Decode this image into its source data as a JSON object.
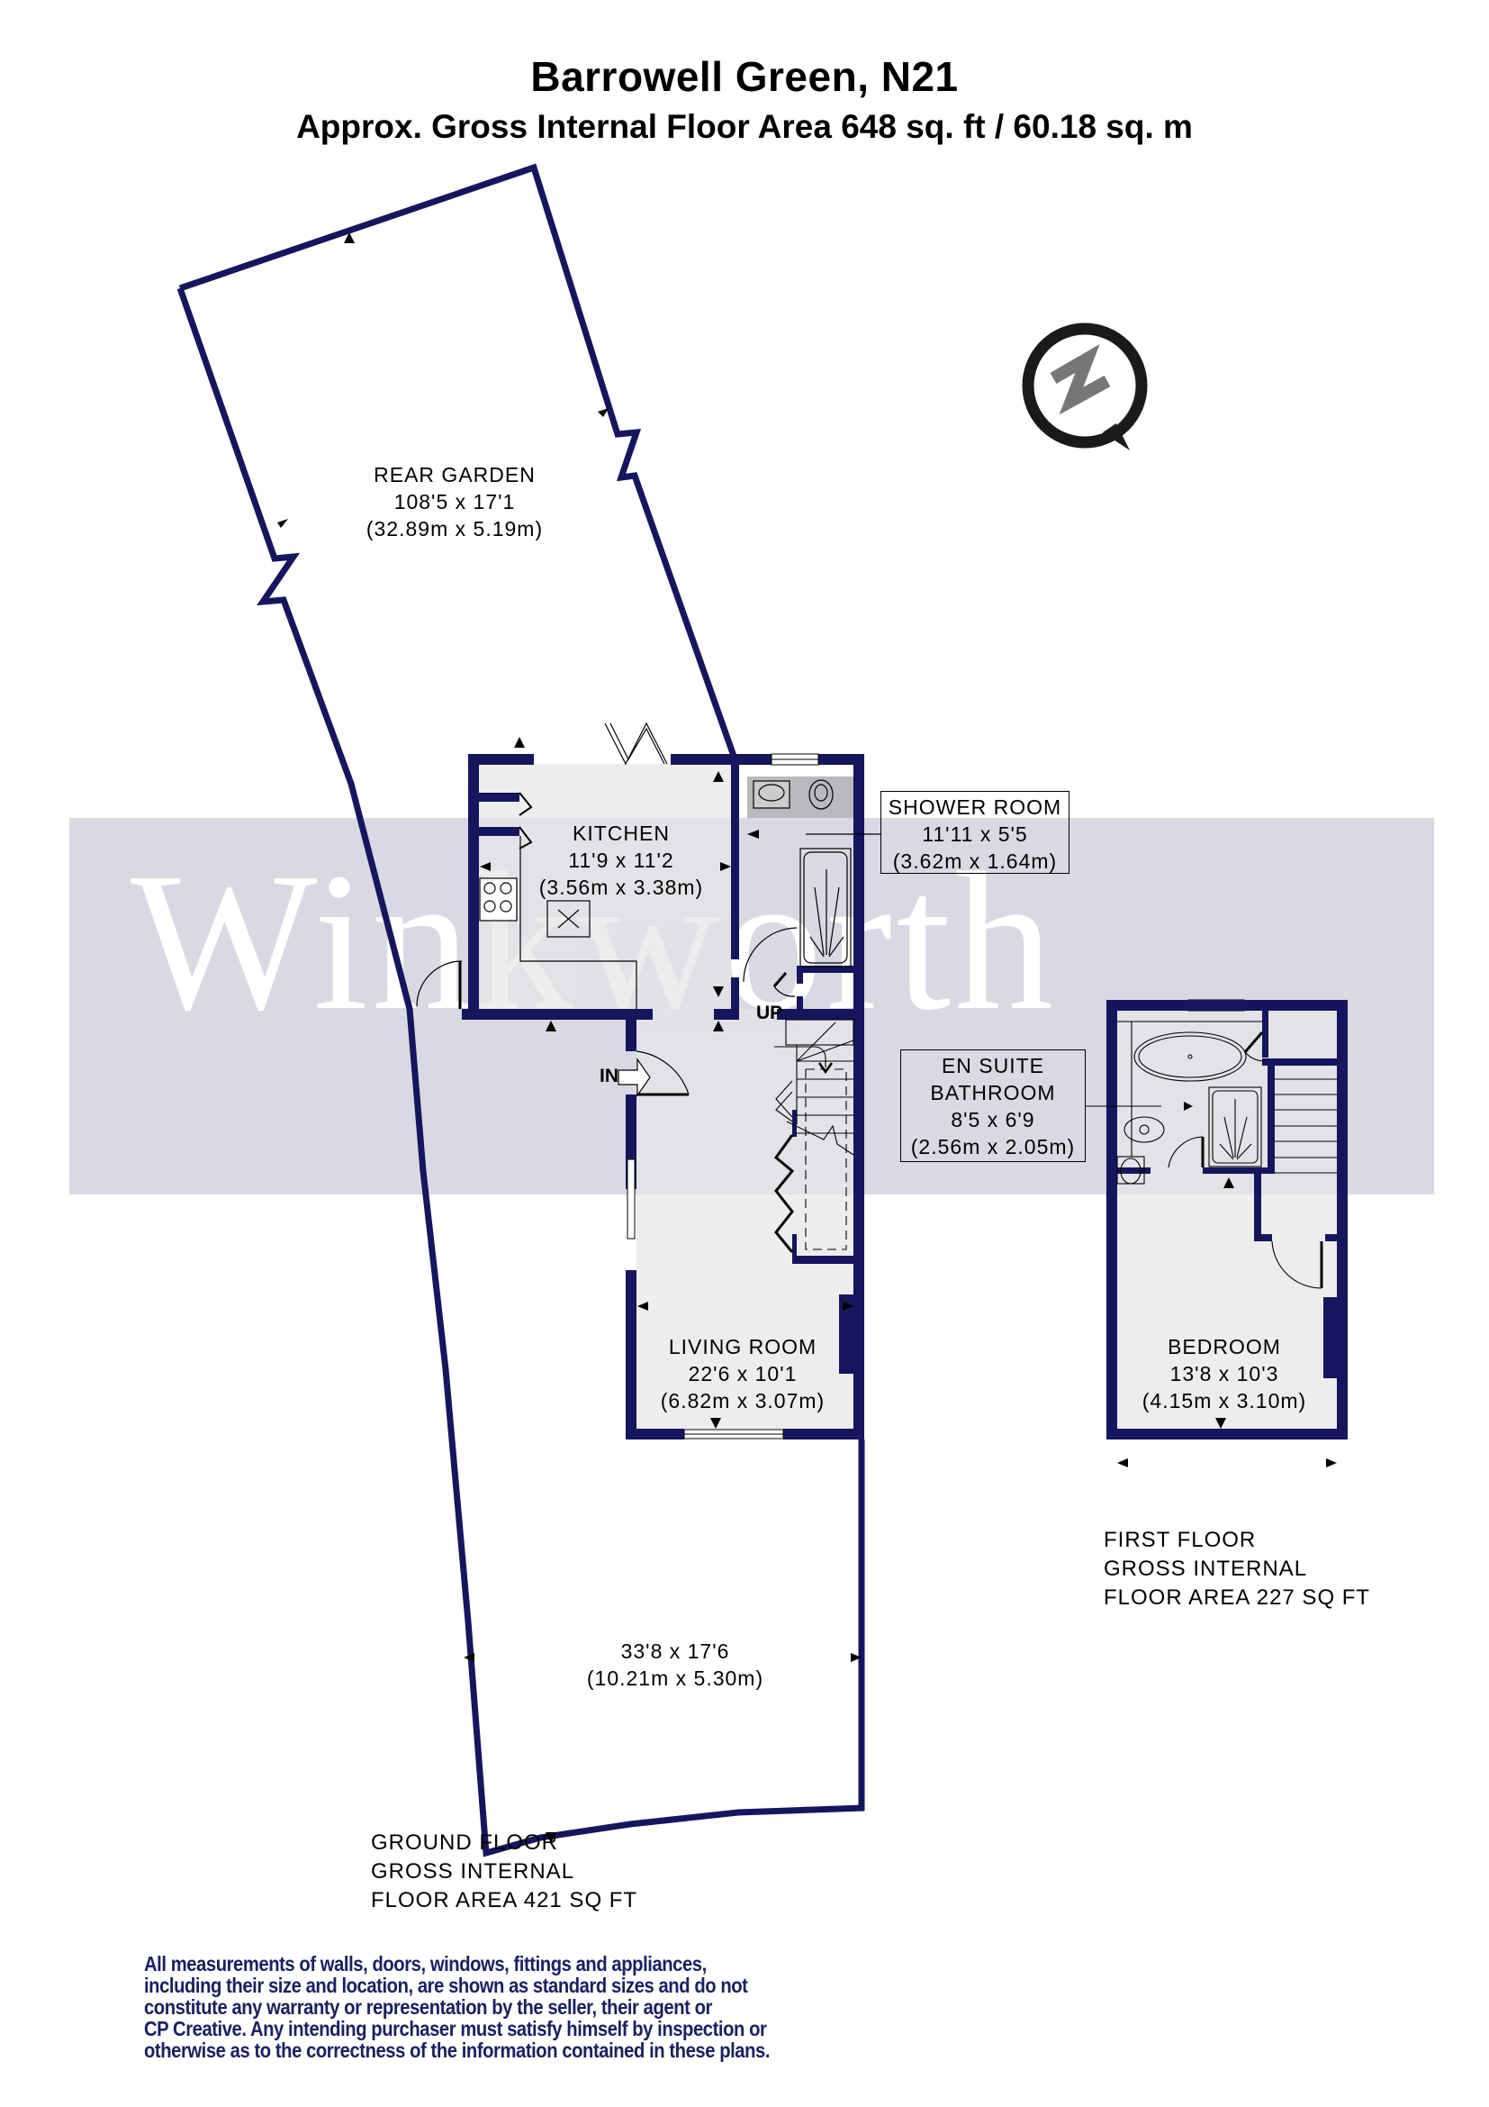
{
  "header": {
    "title": "Barrowell Green, N21",
    "subtitle": "Approx. Gross Internal Floor Area 648 sq. ft / 60.18 sq. m"
  },
  "watermark": {
    "text": "Winkworth"
  },
  "compass": {
    "icon": "north-compass-icon",
    "letter": "N"
  },
  "colors": {
    "wall": "#15165e",
    "watermark_band": "#d8d9e3",
    "room_fill": "#e6e6e8",
    "disclaimer_text": "#1b2060"
  },
  "rooms": {
    "rear_garden": {
      "name": "REAR GARDEN",
      "imperial": "108'5 x 17'1",
      "metric": "(32.89m x 5.19m)"
    },
    "kitchen": {
      "name": "KITCHEN",
      "imperial": "11'9 x 11'2",
      "metric": "(3.56m x 3.38m)"
    },
    "shower_room": {
      "name": "SHOWER ROOM",
      "imperial": "11'11 x 5'5",
      "metric": "(3.62m x 1.64m)"
    },
    "living_room": {
      "name": "LIVING ROOM",
      "imperial": "22'6 x 10'1",
      "metric": "(6.82m x 3.07m)"
    },
    "front_garden": {
      "imperial": "33'8 x 17'6",
      "metric": "(10.21m x 5.30m)"
    },
    "en_suite": {
      "name_line1": "EN SUITE",
      "name_line2": "BATHROOM",
      "imperial": "8'5 x 6'9",
      "metric": "(2.56m x 2.05m)"
    },
    "bedroom": {
      "name": "BEDROOM",
      "imperial": "13'8 x 10'3",
      "metric": "(4.15m x 3.10m)"
    }
  },
  "markers": {
    "entrance": "IN",
    "stairs": "UP"
  },
  "floors": {
    "ground": {
      "line1": "GROUND FLOOR",
      "line2": "GROSS INTERNAL",
      "line3": "FLOOR AREA 421 SQ FT"
    },
    "first": {
      "line1": "FIRST FLOOR",
      "line2": "GROSS INTERNAL",
      "line3": "FLOOR AREA 227 SQ FT"
    }
  },
  "disclaimer": {
    "lines": [
      "All measurements of walls, doors, windows, fittings and appliances,",
      "including their size and location, are shown as standard sizes and do not",
      "constitute any warranty or representation by the seller, their agent or",
      "CP Creative. Any intending purchaser must satisfy himself by inspection or",
      "otherwise as to the correctness of the information contained in these plans."
    ]
  }
}
